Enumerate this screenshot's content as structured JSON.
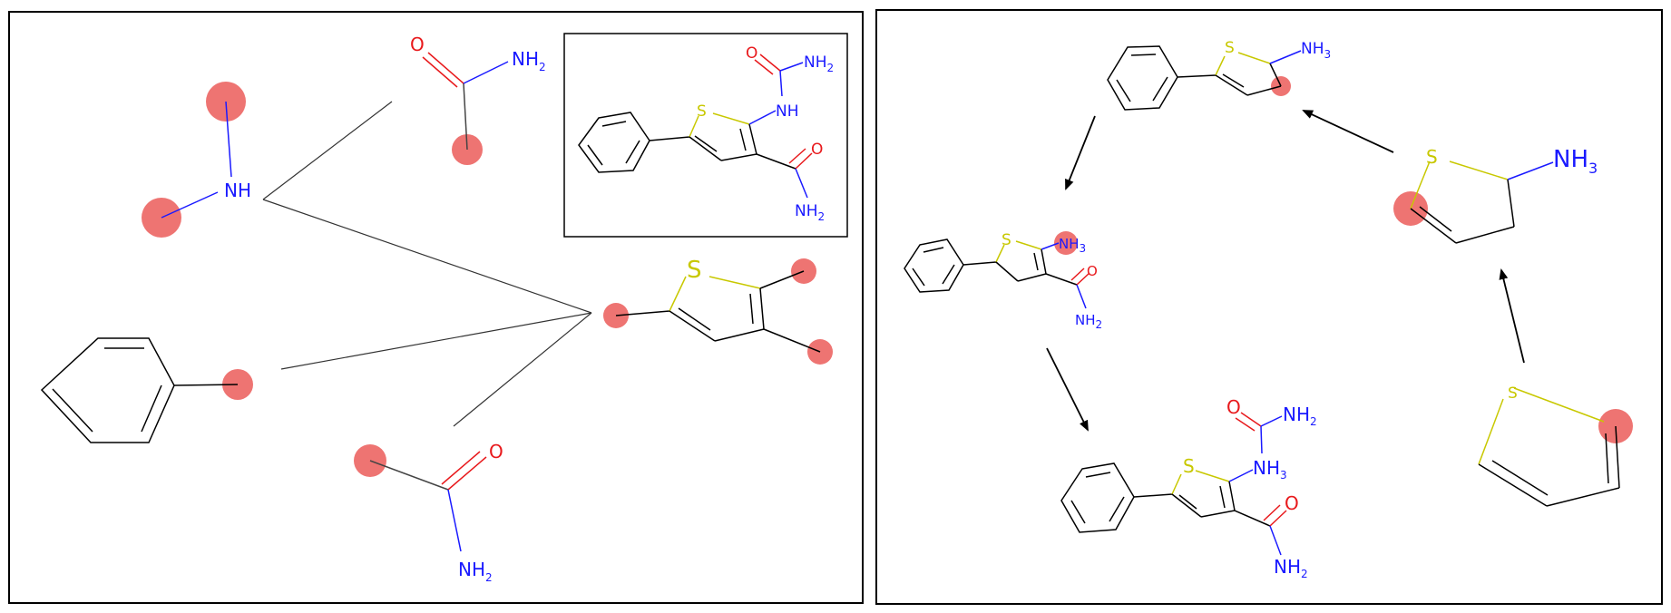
{
  "colors": {
    "bond": "#000000",
    "oxygen": "#e8191c",
    "nitrogen": "#1a1aff",
    "sulfur": "#c8c800",
    "highlight": "#ee7472",
    "connector": "#333333"
  },
  "left_panel": {
    "fragments": [
      {
        "name": "amide-top",
        "atoms": {
          "o": "O",
          "n": "NH",
          "n_sub": "2"
        }
      },
      {
        "name": "amine",
        "atoms": {
          "n": "NH"
        }
      },
      {
        "name": "phenyl",
        "atoms": {}
      },
      {
        "name": "thiophene",
        "atoms": {
          "s": "S"
        }
      },
      {
        "name": "amide-bottom",
        "atoms": {
          "o": "O",
          "n": "NH",
          "n_sub": "2"
        }
      }
    ],
    "product": {
      "s": "S",
      "nh": "NH",
      "o1": "O",
      "nh2a": "NH",
      "nh2a_sub": "2",
      "o2": "O",
      "nh2b": "NH",
      "nh2b_sub": "2"
    }
  },
  "right_panel": {
    "steps": [
      {
        "name": "thiophene-start",
        "s": "S"
      },
      {
        "name": "aminothiophene",
        "s": "S",
        "n": "NH",
        "n_sub": "3"
      },
      {
        "name": "phenyl-aminothiophene",
        "s": "S",
        "n": "NH",
        "n_sub": "3"
      },
      {
        "name": "carboxamide-intermediate",
        "s": "S",
        "n": "NH",
        "n_sub": "3",
        "o": "O",
        "nh2": "NH",
        "nh2_sub": "2"
      },
      {
        "name": "final-product",
        "s": "S",
        "o1": "O",
        "nh2a": "NH",
        "nh2a_sub": "2",
        "nh": "NH",
        "nh_sub": "3",
        "o2": "O",
        "nh2b": "NH",
        "nh2b_sub": "2"
      }
    ]
  }
}
